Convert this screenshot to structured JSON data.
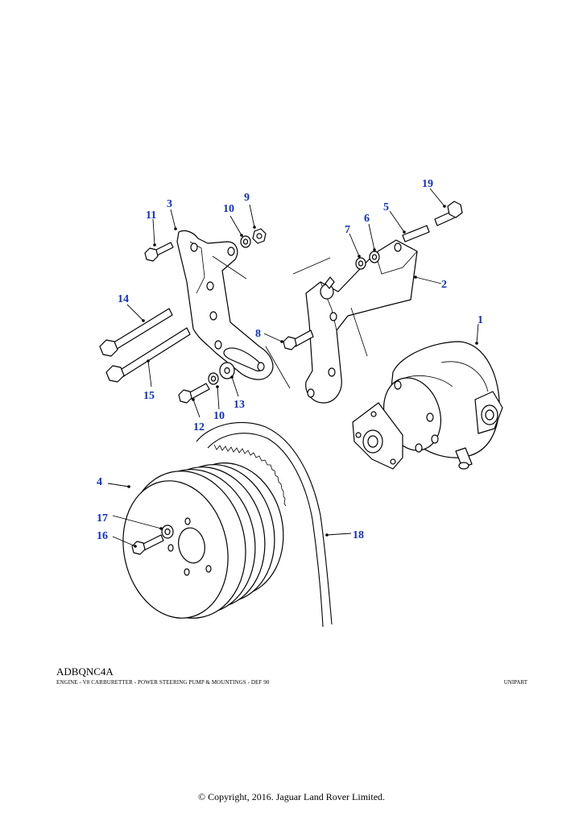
{
  "diagram": {
    "reference_code": "ADBQNC4A",
    "caption": "ENGINE - V8 CARBURETTER - POWER STEERING PUMP & MOUNTINGS - DEF 90",
    "supplier": "UNIPART",
    "copyright": "© Copyright, 2016. Jaguar Land Rover Limited.",
    "callouts": [
      "1",
      "2",
      "3",
      "4",
      "5",
      "6",
      "7",
      "8",
      "9",
      "10",
      "11",
      "12",
      "13",
      "14",
      "15",
      "16",
      "17",
      "18",
      "19",
      "10"
    ],
    "callout_color": "#1030c8"
  }
}
